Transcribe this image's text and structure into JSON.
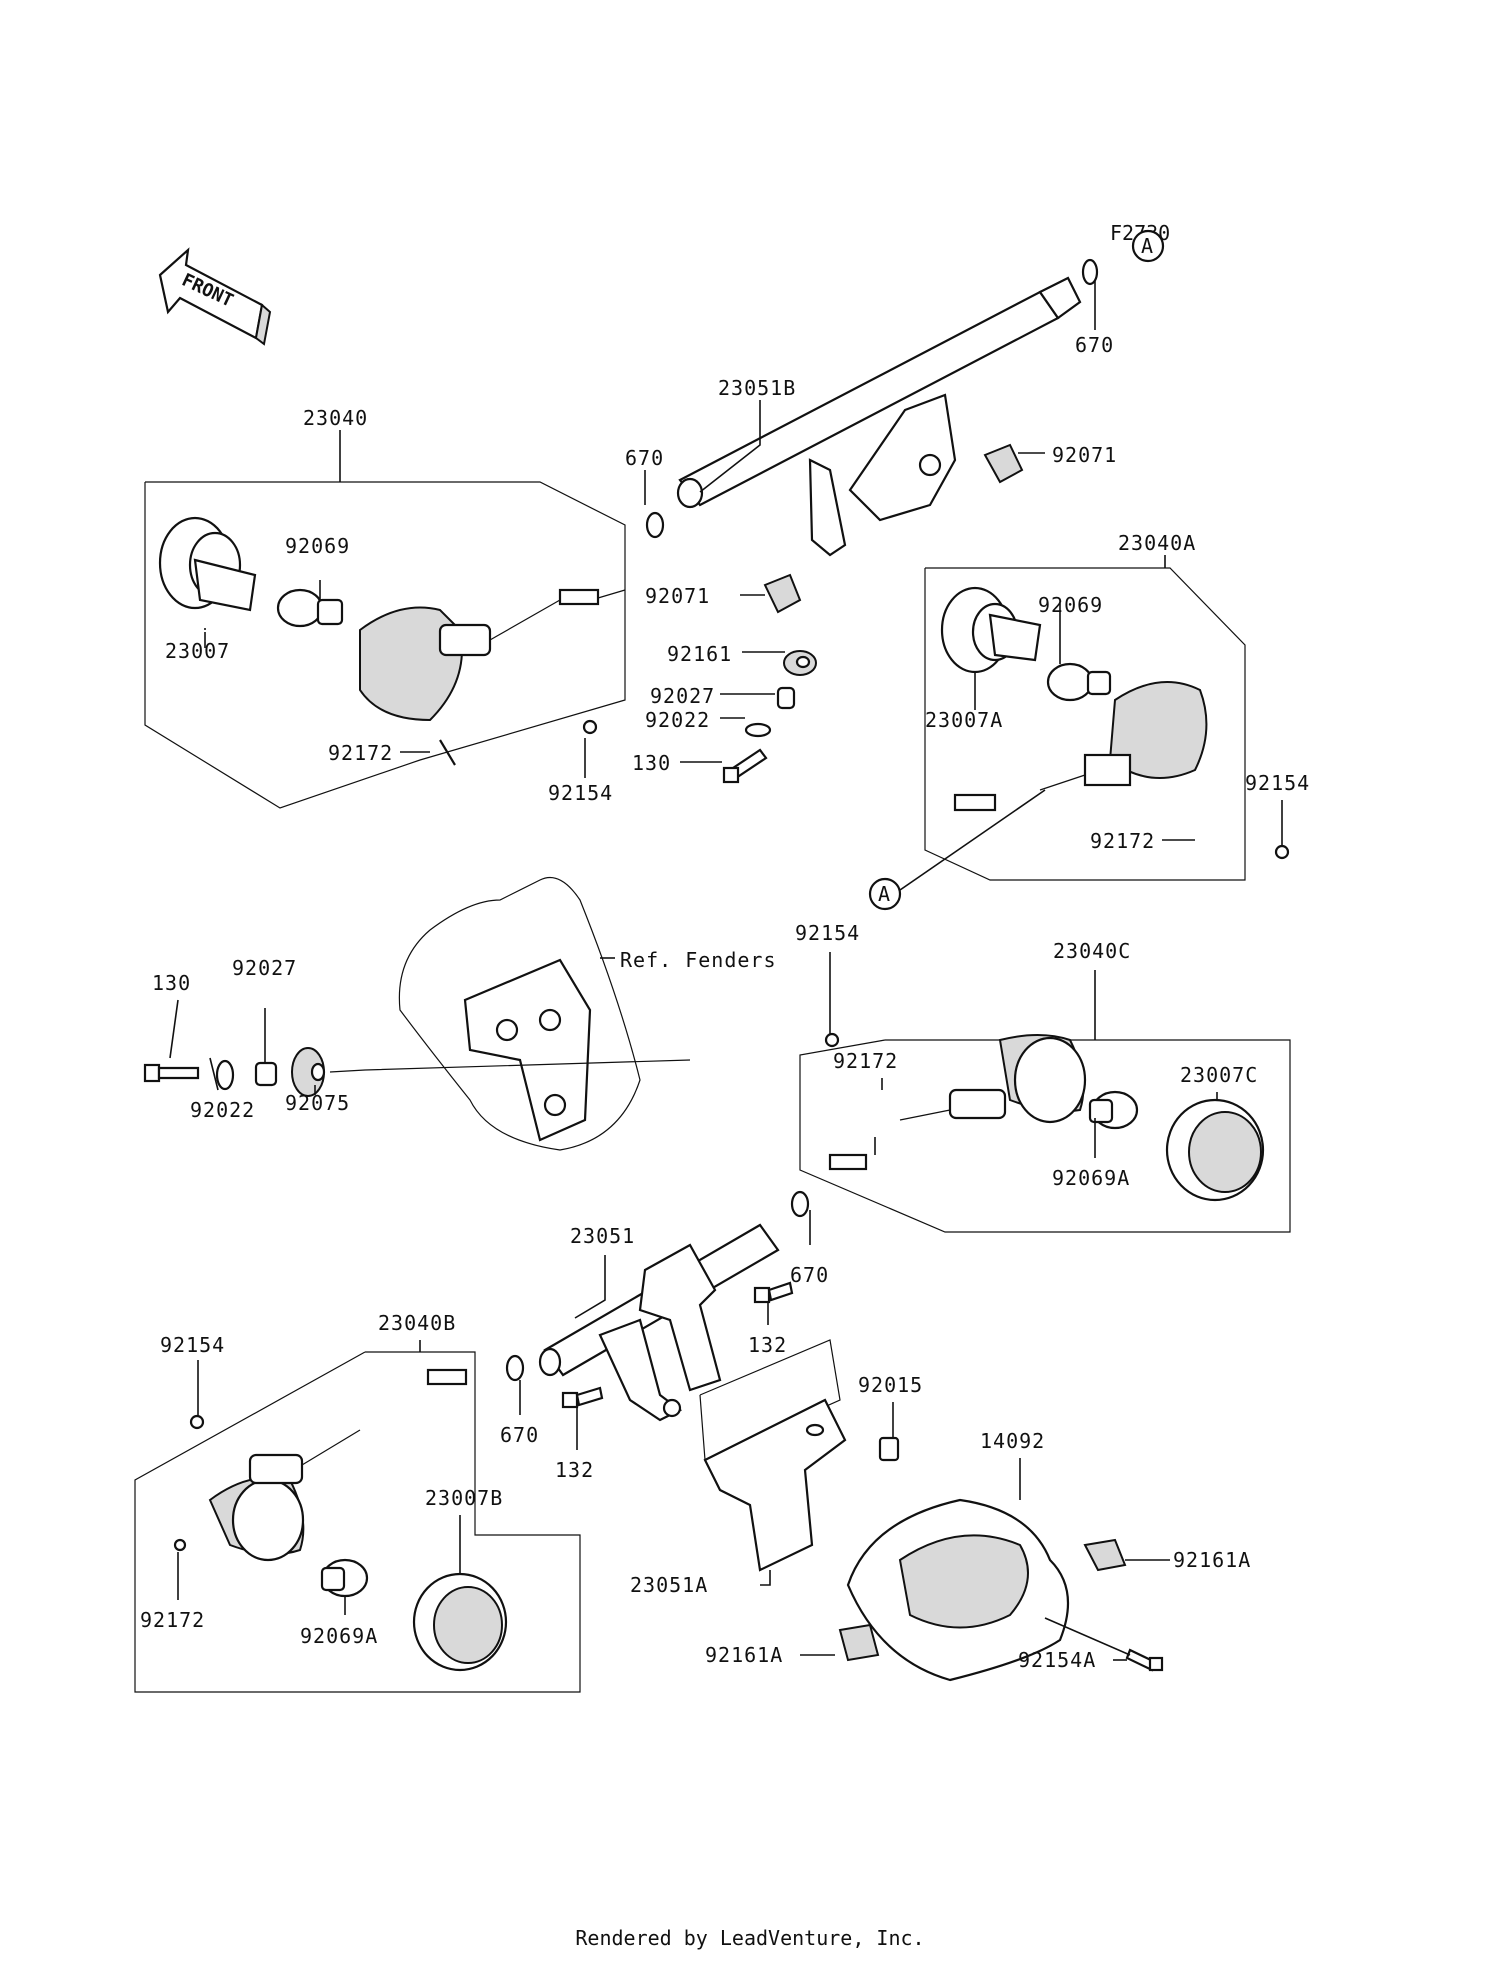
{
  "diagram": {
    "code": "F2730",
    "front_label": "FRONT",
    "ref_label": "Ref. Fenders",
    "connector_a": "A",
    "parts": {
      "p23040": "23040",
      "p23040A": "23040A",
      "p23040B": "23040B",
      "p23040C": "23040C",
      "p23051": "23051",
      "p23051A": "23051A",
      "p23051B": "23051B",
      "p23007": "23007",
      "p23007A": "23007A",
      "p23007B": "23007B",
      "p23007C": "23007C",
      "p92069": "92069",
      "p92069A": "92069A",
      "p92172": "92172",
      "p92154": "92154",
      "p92154A": "92154A",
      "p92071": "92071",
      "p92161": "92161",
      "p92161A": "92161A",
      "p92027": "92027",
      "p92022": "92022",
      "p92075": "92075",
      "p92015": "92015",
      "p14092": "14092",
      "p670": "670",
      "p130": "130",
      "p132": "132"
    }
  },
  "footer": "Rendered by LeadVenture, Inc."
}
